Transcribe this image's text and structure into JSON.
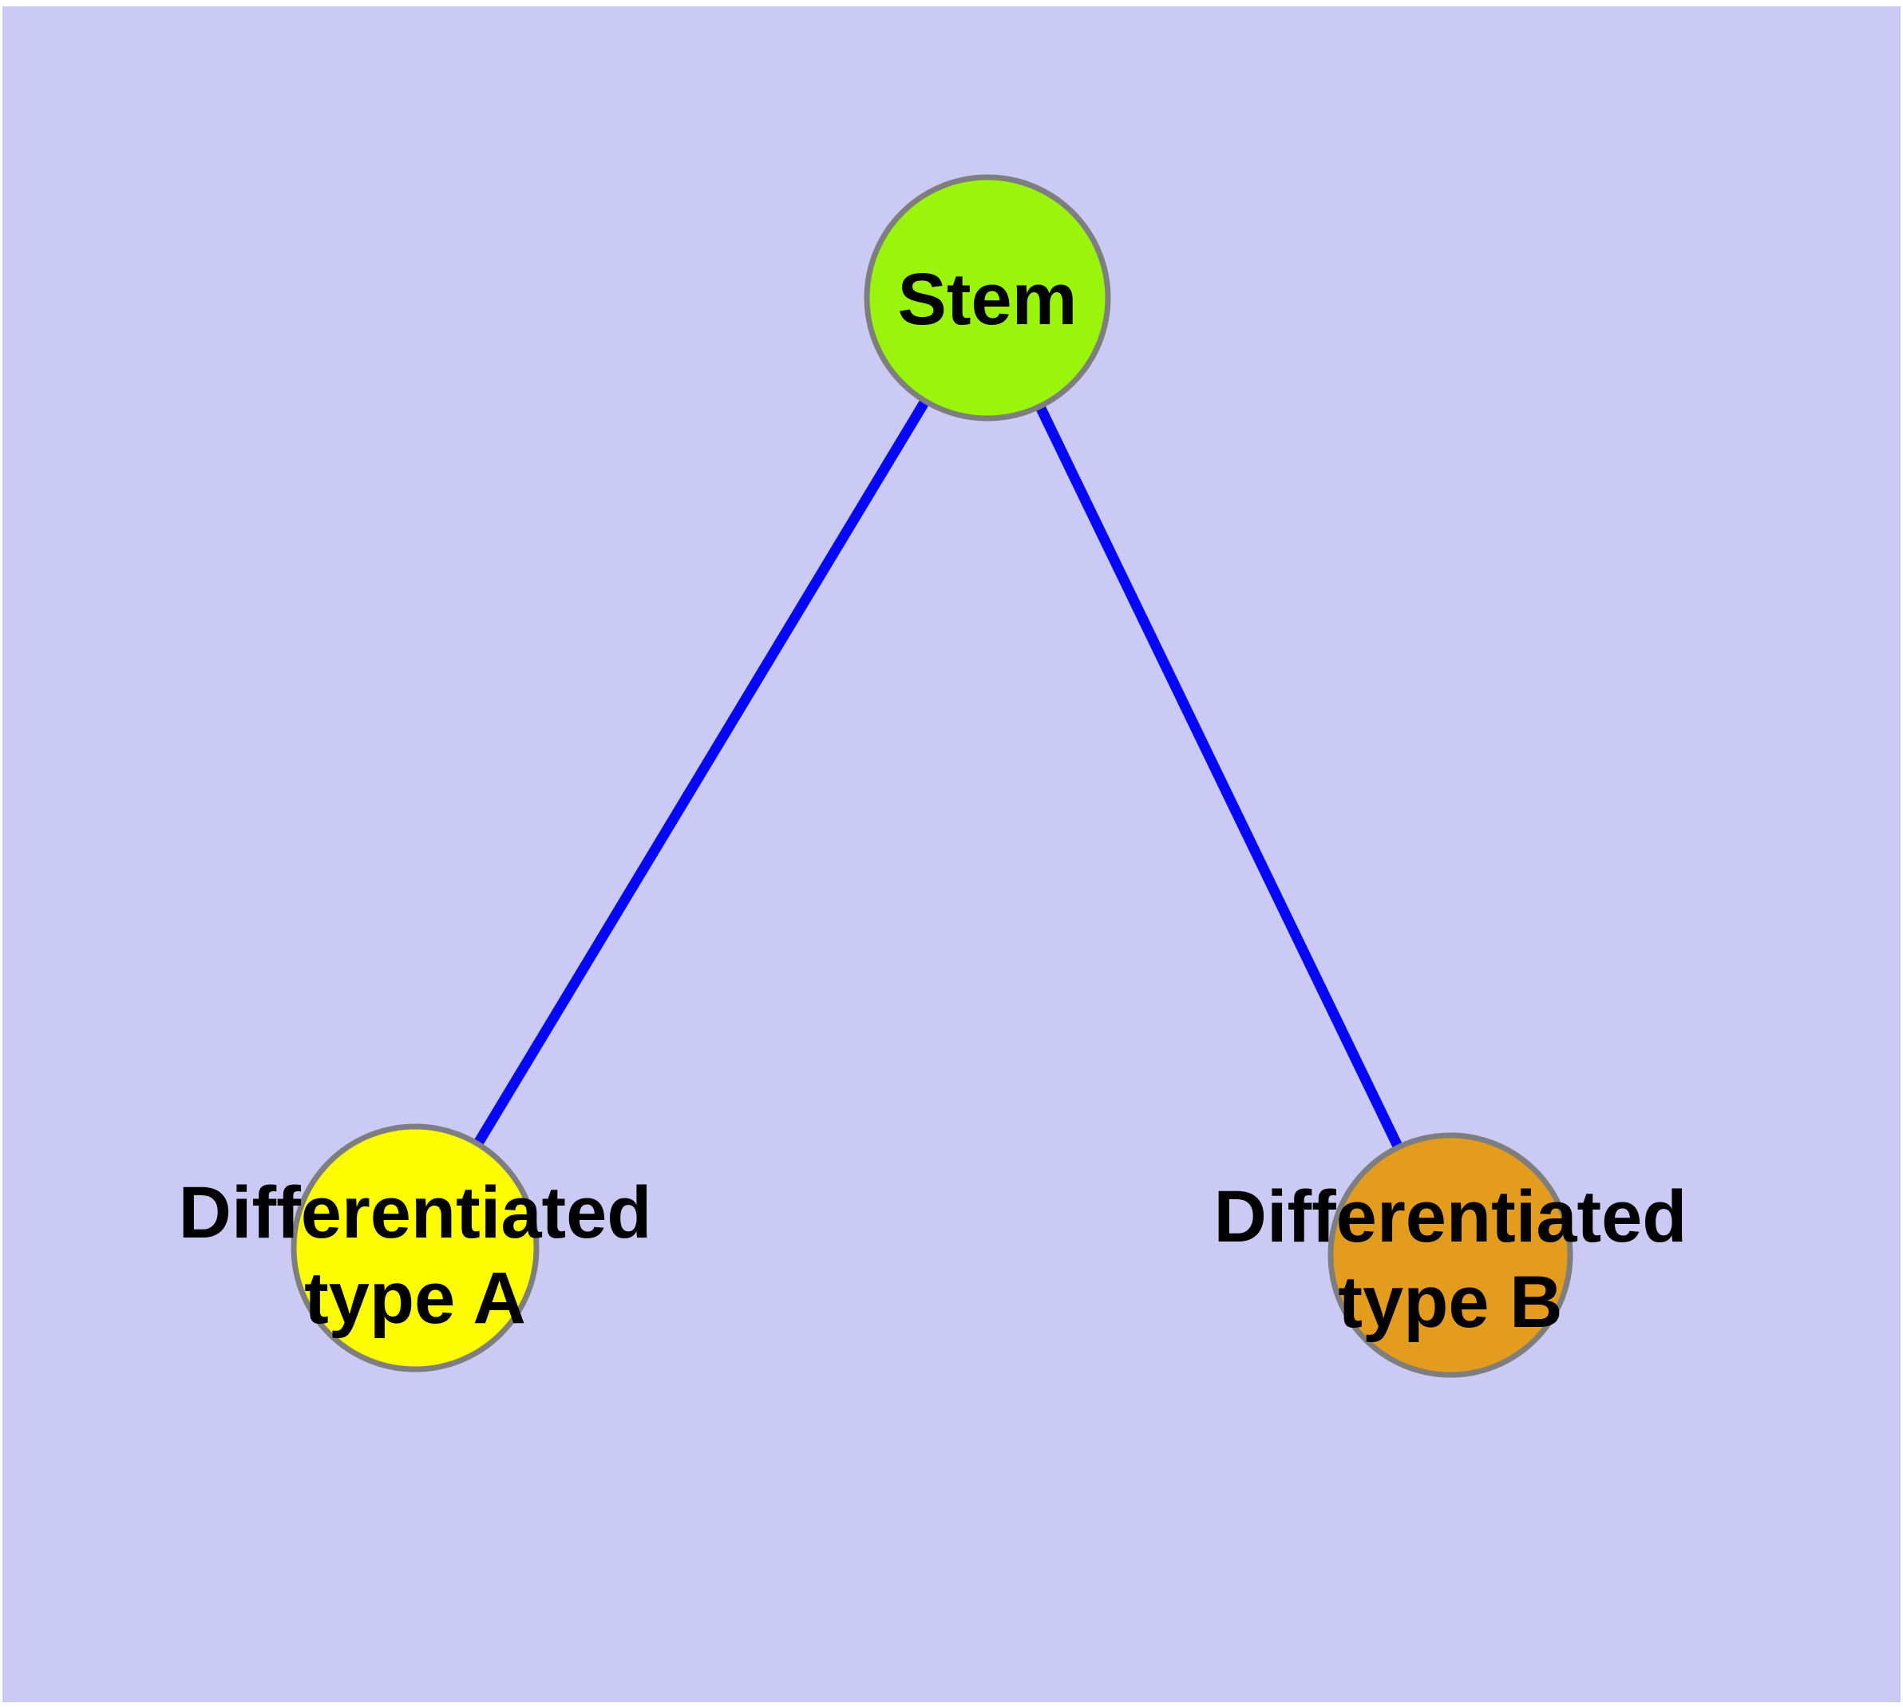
{
  "canvas": {
    "background_color": "#cacaf5",
    "page_color": "#ffffff",
    "node_border_color": "#7e7e7e",
    "edge_color": "#0505fa",
    "label_color": "#000000"
  },
  "diagram": {
    "type": "node-link-graph",
    "nodes": [
      {
        "id": "stem",
        "label": "Stem",
        "lines": [
          "Stem"
        ],
        "color": "#9af50a"
      },
      {
        "id": "differentiated-type-a",
        "label": "Differentiated type A",
        "lines": [
          "Differentiated",
          "type A"
        ],
        "color": "#fdfd00"
      },
      {
        "id": "differentiated-type-b",
        "label": "Differentiated type B",
        "lines": [
          "Differentiated",
          "type B"
        ],
        "color": "#e39c1e"
      }
    ],
    "edges": [
      {
        "from": "stem",
        "to": "differentiated-type-a"
      },
      {
        "from": "stem",
        "to": "differentiated-type-b"
      }
    ]
  }
}
